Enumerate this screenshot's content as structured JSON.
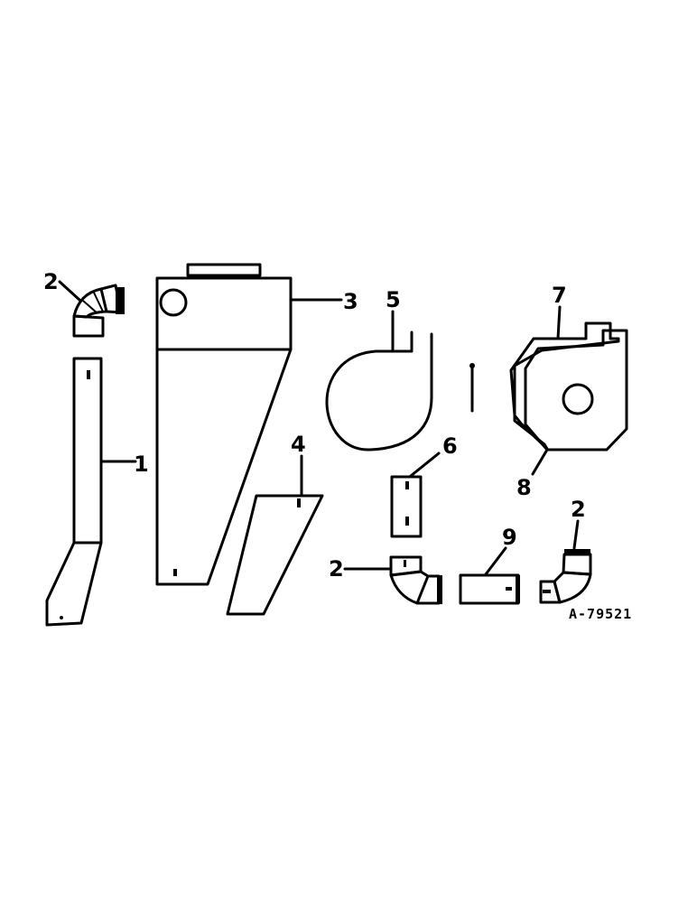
{
  "diagram": {
    "type": "exploded-parts-view",
    "reference_code": "A-79521",
    "callouts": [
      {
        "id": "c1",
        "label": "1",
        "part": "bent strip"
      },
      {
        "id": "c2a",
        "label": "2",
        "part": "elbow (top left)"
      },
      {
        "id": "c2b",
        "label": "2",
        "part": "elbow (bottom center)"
      },
      {
        "id": "c2c",
        "label": "2",
        "part": "elbow (bottom right)"
      },
      {
        "id": "c3",
        "label": "3",
        "part": "hopper housing"
      },
      {
        "id": "c4",
        "label": "4",
        "part": "angled plate"
      },
      {
        "id": "c5",
        "label": "5",
        "part": "scroll housing band"
      },
      {
        "id": "c6",
        "label": "6",
        "part": "small plate"
      },
      {
        "id": "c7",
        "label": "7",
        "part": "fan housing side (outer)"
      },
      {
        "id": "c8",
        "label": "8",
        "part": "fan housing side (inner)"
      },
      {
        "id": "c9",
        "label": "9",
        "part": "tube"
      }
    ]
  },
  "colors": {
    "ink": "#000000",
    "paper": "#ffffff"
  }
}
